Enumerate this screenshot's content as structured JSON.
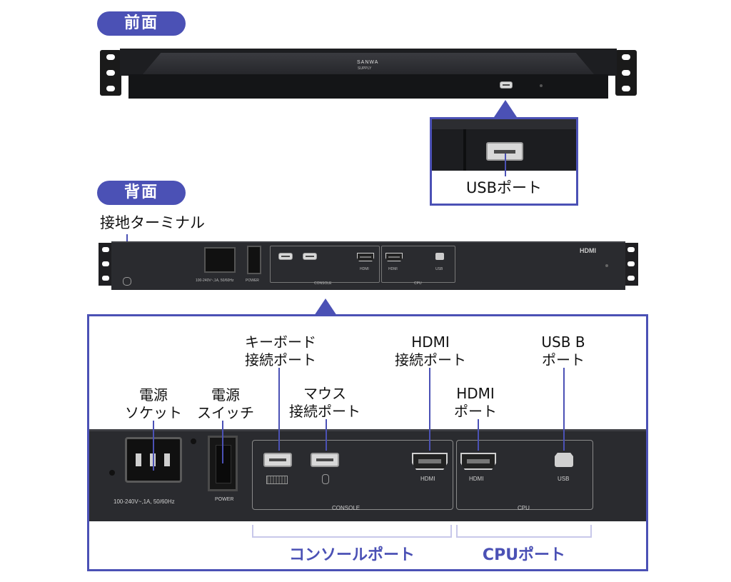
{
  "sections": {
    "front_title": "前面",
    "back_title": "背面"
  },
  "front": {
    "brand": "SANWA",
    "brand_sub": "SUPPLY",
    "usb_label": "USBポート"
  },
  "back": {
    "ground_label": "接地ターミナル",
    "hdmi_logo": "HDMI",
    "small_labels": {
      "power": "POWER",
      "console": "CONSOLE",
      "cpu": "CPU",
      "hdmi": "HDMI",
      "usb": "USB",
      "rating": "100-240V~,1A, 50/60Hz"
    }
  },
  "detail": {
    "labels": {
      "power_socket": [
        "電源",
        "ソケット"
      ],
      "power_switch": [
        "電源",
        "スイッチ"
      ],
      "keyboard_port": [
        "キーボード",
        "接続ポート"
      ],
      "mouse_port": [
        "マウス",
        "接続ポート"
      ],
      "hdmi_console_port": [
        "HDMI",
        "接続ポート"
      ],
      "hdmi_cpu_port": [
        "HDMI",
        "ポート"
      ],
      "usb_b_port": [
        "USB B",
        "ポート"
      ]
    },
    "group_captions": {
      "console": "コンソールポート",
      "cpu": "CPUポート"
    },
    "panel_text": {
      "rating": "100-240V~,1A, 50/60Hz",
      "power": "POWER",
      "console": "CONSOLE",
      "cpu": "CPU",
      "hdmi1": "HDMI",
      "hdmi2": "HDMI",
      "usb": "USB"
    }
  },
  "colors": {
    "accent": "#4b51b5",
    "panel": "#2b2c30",
    "panel_line": "#8a8a8a"
  }
}
